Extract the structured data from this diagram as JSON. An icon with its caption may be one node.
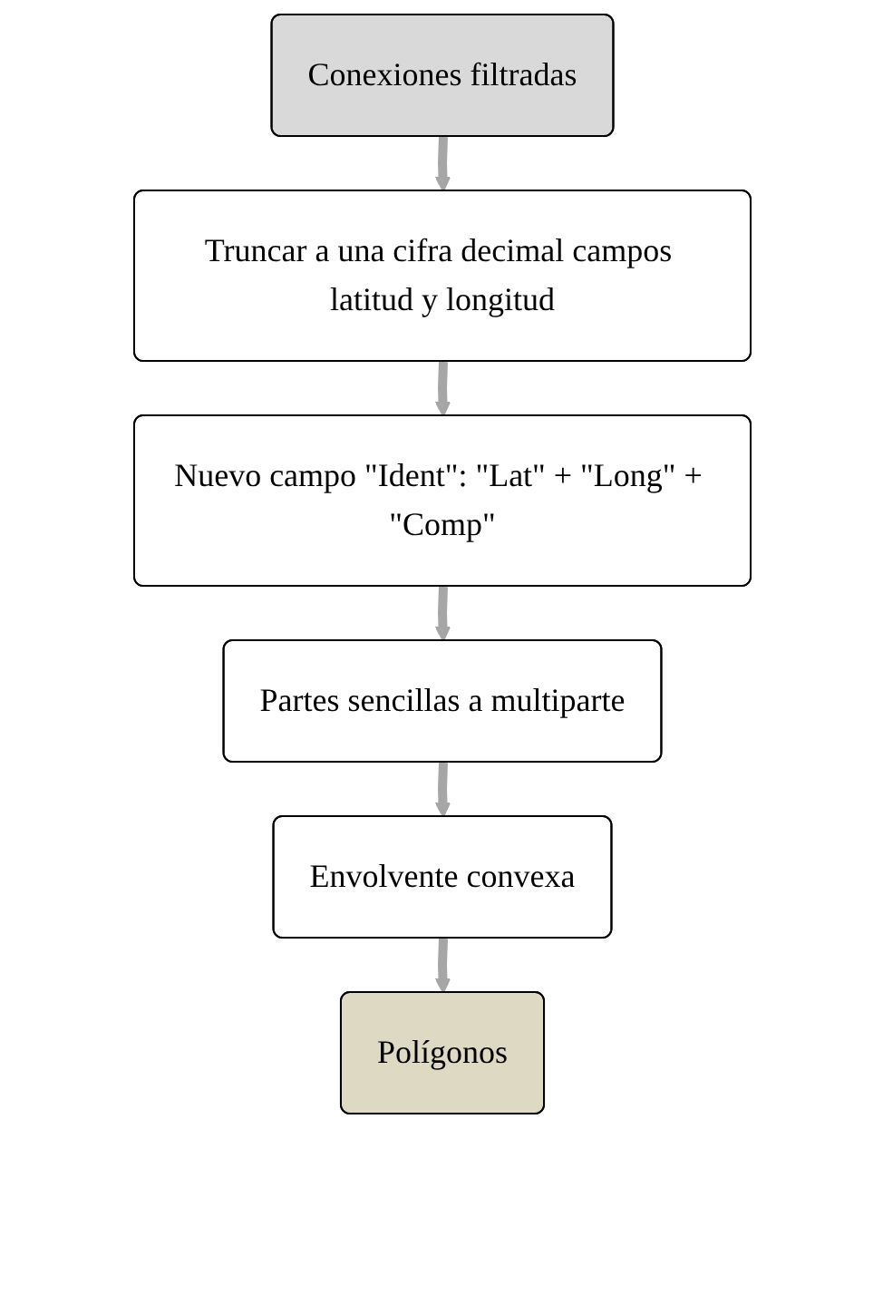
{
  "diagram": {
    "nodes": [
      {
        "text": [
          "Conexiones filtradas"
        ]
      },
      {
        "text": [
          "Truncar a una cifra decimal campos latitud y longitud"
        ]
      },
      {
        "text": [
          "Nuevo campo \"Ident\": \"Lat\" + \"Long\" + \"Comp\""
        ]
      },
      {
        "text": [
          "Partes sencillas a multiparte"
        ]
      },
      {
        "text": [
          "Envolvente convexa"
        ]
      },
      {
        "text": [
          "Polígonos"
        ]
      }
    ],
    "edges": [
      {
        "from": 0,
        "to": 1,
        "arrow": "to"
      },
      {
        "from": 1,
        "to": 2,
        "arrow": "to"
      },
      {
        "from": 2,
        "to": 3,
        "arrow": "to"
      },
      {
        "from": 3,
        "to": 4,
        "arrow": "to"
      },
      {
        "from": 4,
        "to": 5,
        "arrow": "to"
      }
    ]
  }
}
